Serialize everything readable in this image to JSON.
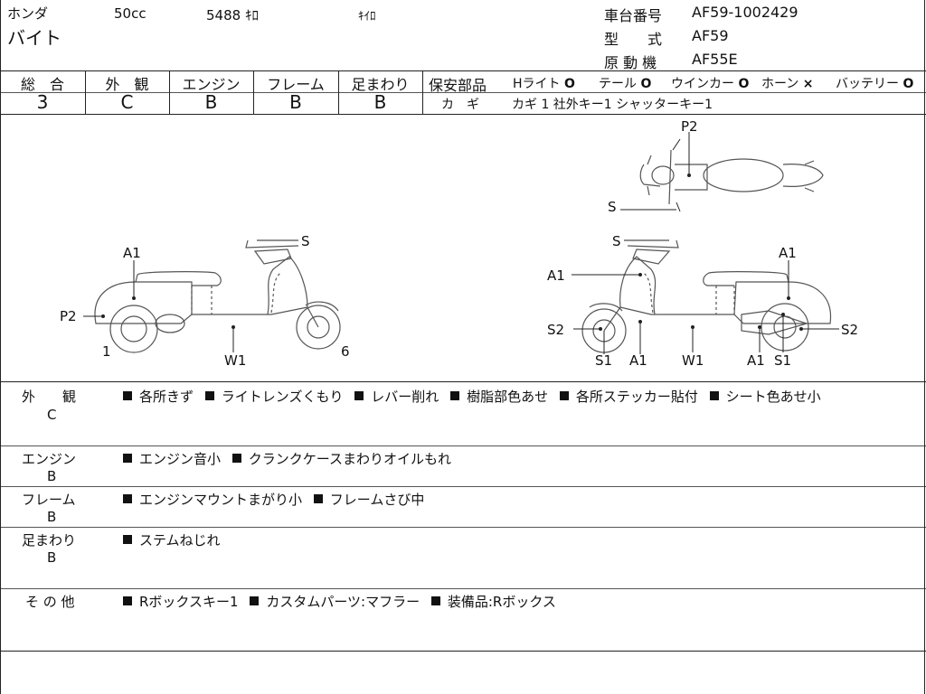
{
  "header": {
    "maker": "ホンダ",
    "model": "バイト",
    "displacement": "50cc",
    "mileage": "5488 ｷﾛ",
    "mileage_unit": "ｷｲﾛ",
    "frame_no_label": "車台番号",
    "frame_no": "AF59-1002429",
    "type_label": "型　　式",
    "type_value": "AF59",
    "engine_label": "原 動 機",
    "engine_value": "AF55E"
  },
  "ratings": {
    "overall": {
      "label": "総　合",
      "value": "3"
    },
    "exterior": {
      "label": "外　観",
      "value": "C"
    },
    "engine": {
      "label": "エンジン",
      "value": "B"
    },
    "frame": {
      "label": "フレーム",
      "value": "B"
    },
    "suspension": {
      "label": "足まわり",
      "value": "B"
    }
  },
  "safety": {
    "label": "保安部品",
    "items": [
      {
        "name": "Hライト",
        "mark": "O"
      },
      {
        "name": "テール",
        "mark": "O"
      },
      {
        "name": "ウインカー",
        "mark": "O"
      },
      {
        "name": "ホーン",
        "mark": "×"
      },
      {
        "name": "バッテリー",
        "mark": "O"
      }
    ],
    "key_label": "カ　ギ",
    "keys": "カギ 1 社外キー1 シャッターキー1"
  },
  "diagram": {
    "left": {
      "labels": [
        "A1",
        "S",
        "P2",
        "1",
        "W1",
        "6"
      ]
    },
    "right": {
      "labels": [
        "S",
        "A1",
        "A1",
        "S2",
        "S2",
        "S1",
        "A1",
        "W1",
        "A1",
        "S1"
      ]
    },
    "top": {
      "labels": [
        "P2",
        "S"
      ]
    }
  },
  "remarks": [
    {
      "label": "外　　観",
      "grade": "C",
      "items": [
        "各所きず",
        "ライトレンズくもり",
        "レバー削れ",
        "樹脂部色あせ",
        "各所ステッカー貼付",
        "シート色あせ小"
      ]
    },
    {
      "label": "エンジン",
      "grade": "B",
      "items": [
        "エンジン音小",
        "クランクケースまわりオイルもれ"
      ]
    },
    {
      "label": "フレーム",
      "grade": "B",
      "items": [
        "エンジンマウントまがり小",
        "フレームさび中"
      ]
    },
    {
      "label": "足まわり",
      "grade": "B",
      "items": [
        "ステムねじれ"
      ]
    },
    {
      "label": "そ の 他",
      "grade": "",
      "items": [
        "Rボックスキー1",
        "カスタムパーツ:マフラー",
        "装備品:Rボックス"
      ]
    }
  ]
}
